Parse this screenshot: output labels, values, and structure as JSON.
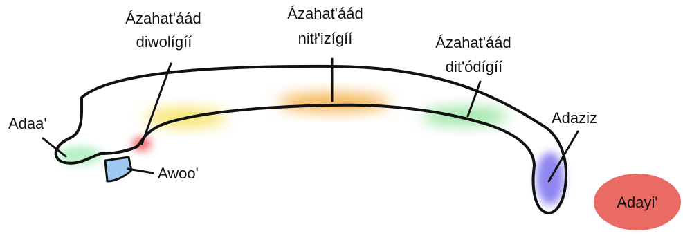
{
  "labels": {
    "lip": "Adaa'",
    "tooth": "Awoo'",
    "tongue_tip_line1": "Ázahat'áád",
    "tongue_tip_line2": "diwolígíí",
    "tongue_middle_line1": "Ázahat'áád",
    "tongue_middle_line2": "nitł'izígíí",
    "tongue_side_line1": "Ázahat'áád",
    "tongue_side_line2": "dit'ódígíí",
    "tongue_back": "Adaziz",
    "stomach": "Adayi'"
  },
  "colors": {
    "outline": "#111111",
    "lip_zone": "#b7f0c8",
    "tip_zone": "#f26b6b",
    "front_zone": "#f7e36a",
    "middle_zone": "#f5b552",
    "side_zone": "#9fe6a8",
    "back_zone": "#8f86f2",
    "tooth_fill": "#9fc8f0",
    "stomach_fill": "#ea6b63"
  }
}
